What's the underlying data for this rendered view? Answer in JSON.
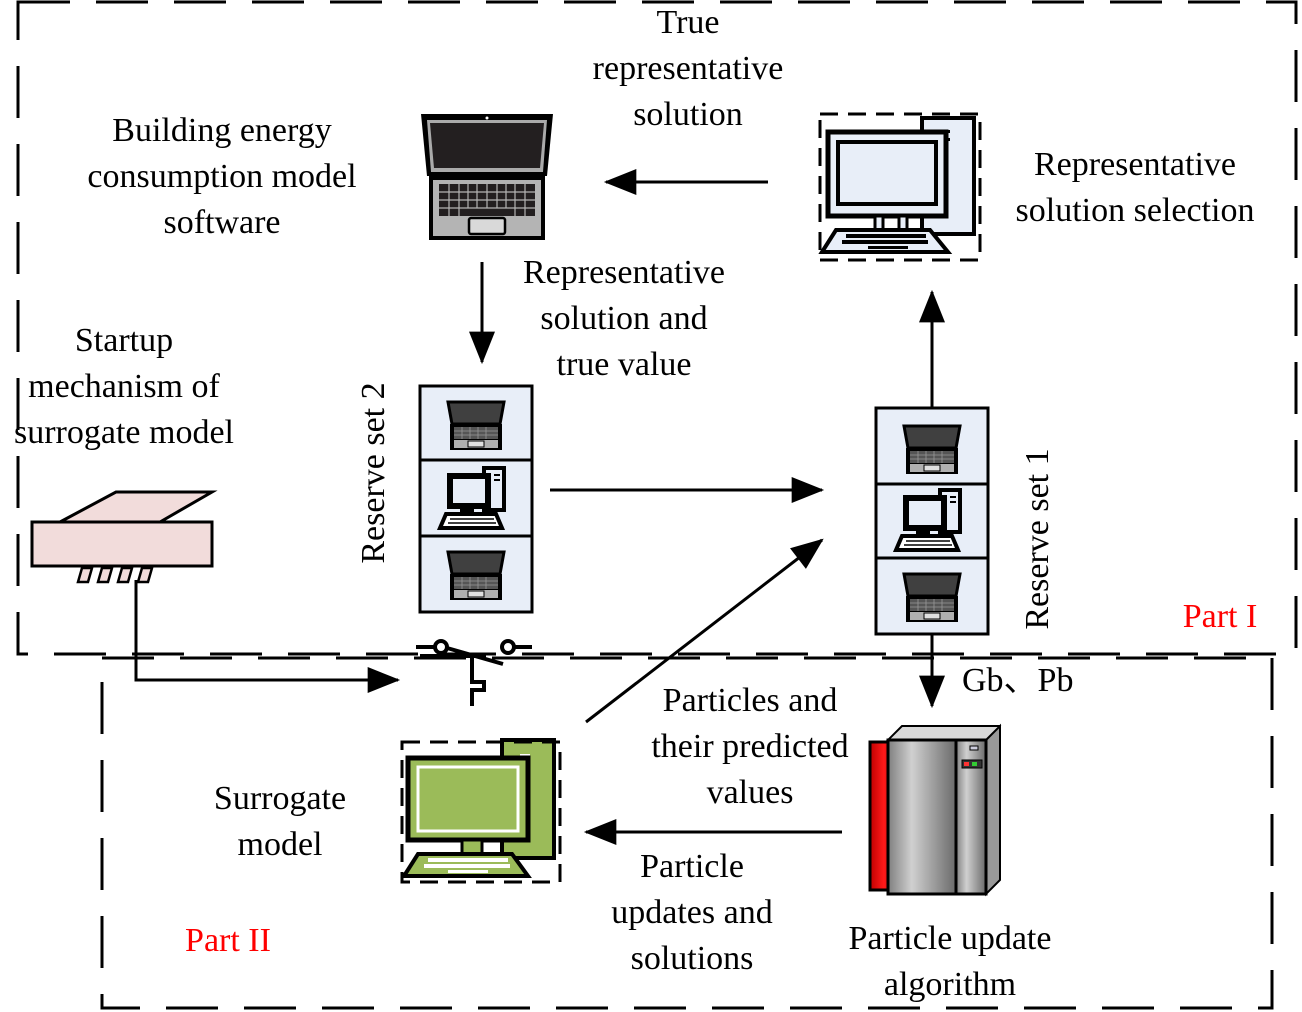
{
  "labels": {
    "building_model": "Building energy\nconsumption model\nsoftware",
    "true_representative": "True\nrepresentative\nsolution",
    "representative_selection": "Representative\nsolution selection",
    "representative_true_value": "Representative\nsolution and\ntrue value",
    "startup_mechanism": "Startup\nmechanism of\nsurrogate model",
    "reserve_set_2": "Reserve set 2",
    "reserve_set_1": "Reserve set 1",
    "gb_pb": "Gb、Pb",
    "particles_predicted": "Particles and\ntheir predicted\nvalues",
    "surrogate_model": "Surrogate\nmodel",
    "particle_updates": "Particle\nupdates and\nsolutions",
    "particle_update_algorithm": "Particle update\nalgorithm",
    "part1": "Part I",
    "part2": "Part II"
  },
  "colors": {
    "part_label": "#ff0000",
    "reserve_fill": "#e8eef8",
    "surrogate_green": "#9bbb59",
    "startup_pink": "#f2dcdb",
    "server_red": "#ff0000",
    "desktop_fill": "#e8eef8"
  },
  "icons": {
    "laptop": "laptop-icon",
    "desktop_selection": "desktop-computer-icon",
    "reserve_set": "reserve-set-stack",
    "switch": "switch-icon",
    "surrogate_pc": "surrogate-desktop-icon",
    "server": "server-rack-icon",
    "startup": "startup-device-icon"
  }
}
